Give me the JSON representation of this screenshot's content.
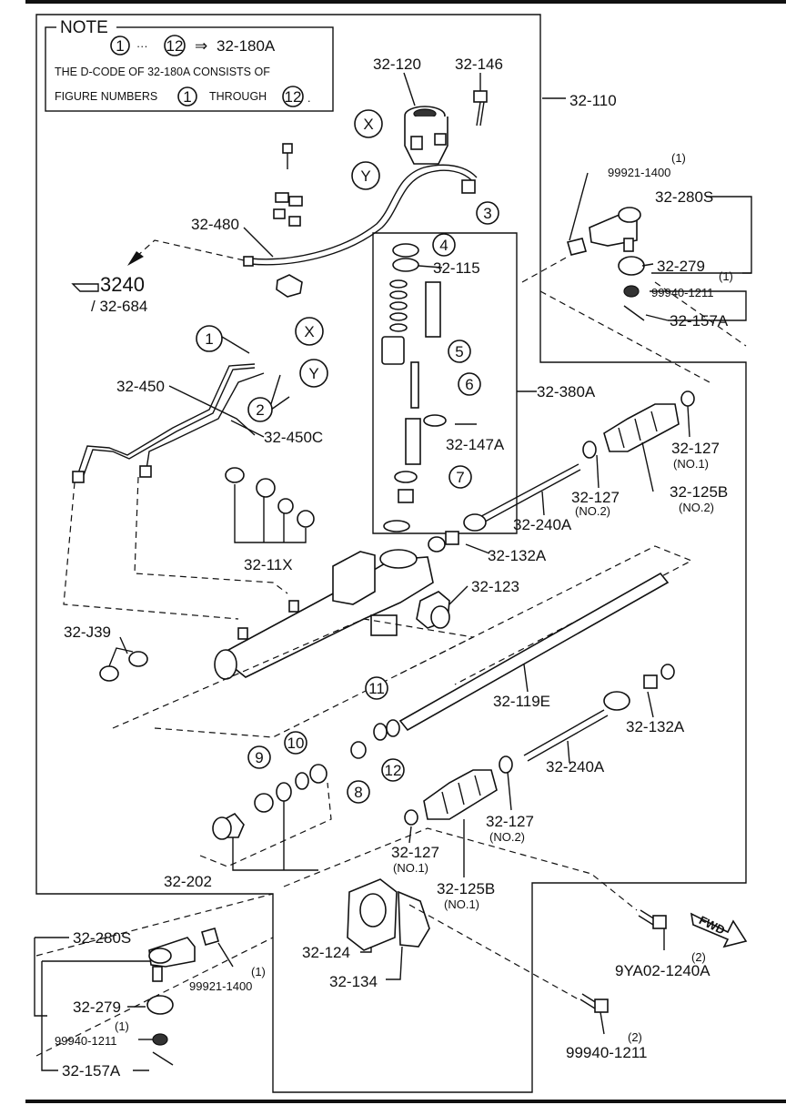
{
  "note": {
    "title": "NOTE",
    "range_start": "1",
    "range_sep": "···",
    "range_end": "12",
    "arrow": "⇒",
    "target": "32-180A",
    "line2": "THE D-CODE OF 32-180A CONSISTS OF",
    "line3a": "FIGURE NUMBERS",
    "line3b": "THROUGH",
    "line3_end": "."
  },
  "ref": {
    "main": "3240",
    "sub": "/ 32-684"
  },
  "fwd": "FWD",
  "callouts": {
    "c1": "1",
    "c2": "2",
    "c3": "3",
    "c4": "4",
    "c5": "5",
    "c6": "6",
    "c7": "7",
    "c8": "8",
    "c9": "9",
    "c10": "10",
    "c11": "11",
    "c12": "12",
    "cx": "X",
    "cy": "Y"
  },
  "parts": {
    "p32_110": "32-110",
    "p32_120": "32-120",
    "p32_146": "32-146",
    "p32_480": "32-480",
    "p32_115": "32-115",
    "p99921_top_qty": "(1)",
    "p99921_top": "99921-1400",
    "p32_280s_top": "32-280S",
    "p32_279_top": "32-279",
    "p99940_top_qty": "(1)",
    "p99940_top": "99940-1211",
    "p32_157a_top": "32-157A",
    "p32_450": "32-450",
    "p32_450c": "32-450C",
    "p32_380a": "32-380A",
    "p32_147a": "32-147A",
    "p32_127_r1": "32-127",
    "p32_127_r1_sub": "(NO.1)",
    "p32_127_r2": "32-127",
    "p32_127_r2_sub": "(NO.2)",
    "p32_125b_r": "32-125B",
    "p32_125b_r_sub": "(NO.2)",
    "p32_240a_top": "32-240A",
    "p32_132a_top": "32-132A",
    "p32_11x": "32-11X",
    "p32_123": "32-123",
    "p32_j39": "32-J39",
    "p32_119e": "32-119E",
    "p32_132a_bot": "32-132A",
    "p32_240a_bot": "32-240A",
    "p32_127_b2": "32-127",
    "p32_127_b2_sub": "(NO.2)",
    "p32_127_b1": "32-127",
    "p32_127_b1_sub": "(NO.1)",
    "p32_125b_b": "32-125B",
    "p32_125b_b_sub": "(NO.1)",
    "p32_202": "32-202",
    "p32_124": "32-124",
    "p32_134": "32-134",
    "p9ya02_qty": "(2)",
    "p9ya02": "9YA02-1240A",
    "p99940_br_qty": "(2)",
    "p99940_br": "99940-1211",
    "p32_280s_bot": "32-280S",
    "p99921_bot_qty": "(1)",
    "p99921_bot": "99921-1400",
    "p32_279_bot": "32-279",
    "p99940_bot_qty": "(1)",
    "p99940_bot": "99940-1211",
    "p32_157a_bot": "32-157A"
  }
}
